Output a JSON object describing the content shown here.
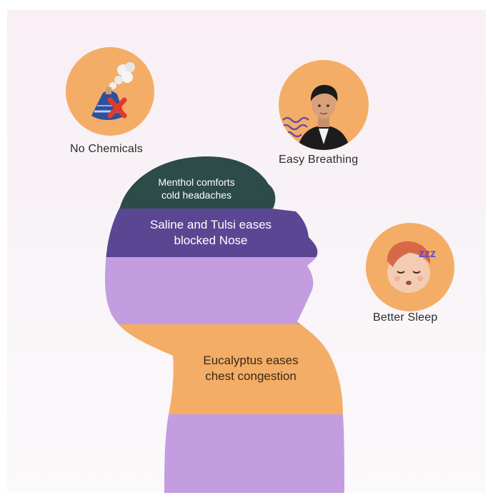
{
  "benefits": [
    {
      "label": "No Chemicals",
      "icon": "chemical-bottle-crossed-icon"
    },
    {
      "label": "Easy Breathing",
      "icon": "breathing-person-icon"
    },
    {
      "label": "Better Sleep",
      "icon": "sleeping-face-icon"
    }
  ],
  "head_zones": {
    "forehead": {
      "line1": "Menthol comforts",
      "line2": "cold headaches",
      "color": "#2d4b48"
    },
    "nose": {
      "line1": "Saline and Tulsi eases",
      "line2": "blocked Nose",
      "color": "#5a4692"
    },
    "chest": {
      "line1": "Eucalyptus eases",
      "line2": "chest congestion",
      "color": "#f4ad66"
    },
    "lilac": "#c39ddf"
  },
  "colors": {
    "circle": "#f4ad66",
    "dark_teal": "#2d4b48",
    "purple": "#5a4692",
    "lilac": "#c39ddf",
    "orange": "#f4ad66"
  },
  "sleep_icon_text": "zzz"
}
